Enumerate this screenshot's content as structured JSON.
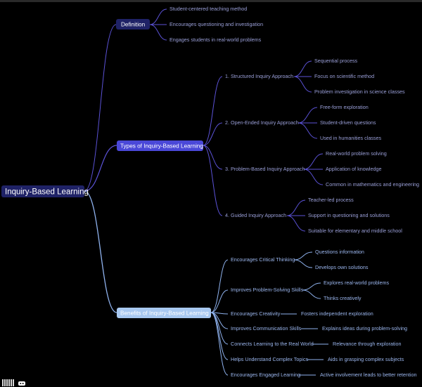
{
  "root": "Inquiry-Based Learning",
  "branches": [
    {
      "label": "Definition",
      "children": [
        {
          "label": "Student-centered teaching method"
        },
        {
          "label": "Encourages questioning and investigation"
        },
        {
          "label": "Engages students in real-world problems"
        }
      ]
    },
    {
      "label": "Types of Inquiry-Based Learning",
      "children": [
        {
          "label": "1. Structured Inquiry Approach",
          "children": [
            "Sequential process",
            "Focus on scientific method",
            "Problem investigation in science classes"
          ]
        },
        {
          "label": "2. Open-Ended Inquiry Approach",
          "children": [
            "Free-form exploration",
            "Student-driven questions",
            "Used in humanities classes"
          ]
        },
        {
          "label": "3. Problem-Based Inquiry Approach",
          "children": [
            "Real-world problem solving",
            "Application of knowledge",
            "Common in mathematics and engineering"
          ]
        },
        {
          "label": "4. Guided Inquiry Approach",
          "children": [
            "Teacher-led process",
            "Support in questioning and solutions",
            "Suitable for elementary and middle school"
          ]
        }
      ]
    },
    {
      "label": "Benefits of Inquiry-Based Learning",
      "children": [
        {
          "label": "Encourages Critical Thinking",
          "children": [
            "Questions information",
            "Develops own solutions"
          ]
        },
        {
          "label": "Improves Problem-Solving Skills",
          "children": [
            "Explores real-world problems",
            "Thinks creatively"
          ]
        },
        {
          "label": "Encourages Creativity",
          "children": [
            "Fosters independent exploration"
          ]
        },
        {
          "label": "Improves Communication Skills",
          "children": [
            "Explains ideas during problem-solving"
          ]
        },
        {
          "label": "Connects Learning to the Real World",
          "children": [
            "Relevance through exploration"
          ]
        },
        {
          "label": "Helps Understand Complex Topics",
          "children": [
            "Aids in grasping complex subjects"
          ]
        },
        {
          "label": "Encourages Engaged Learning",
          "children": [
            "Active involvement leads to better retention"
          ]
        }
      ]
    }
  ],
  "colors": {
    "background": "#000000",
    "root_fill": "#1f2266",
    "definition_fill": "#1f2266",
    "types_fill": "#4a48d8",
    "benefits_fill": "#a8c8f0",
    "line_purple": "#5b52d6",
    "line_blue": "#8fb2ee"
  }
}
